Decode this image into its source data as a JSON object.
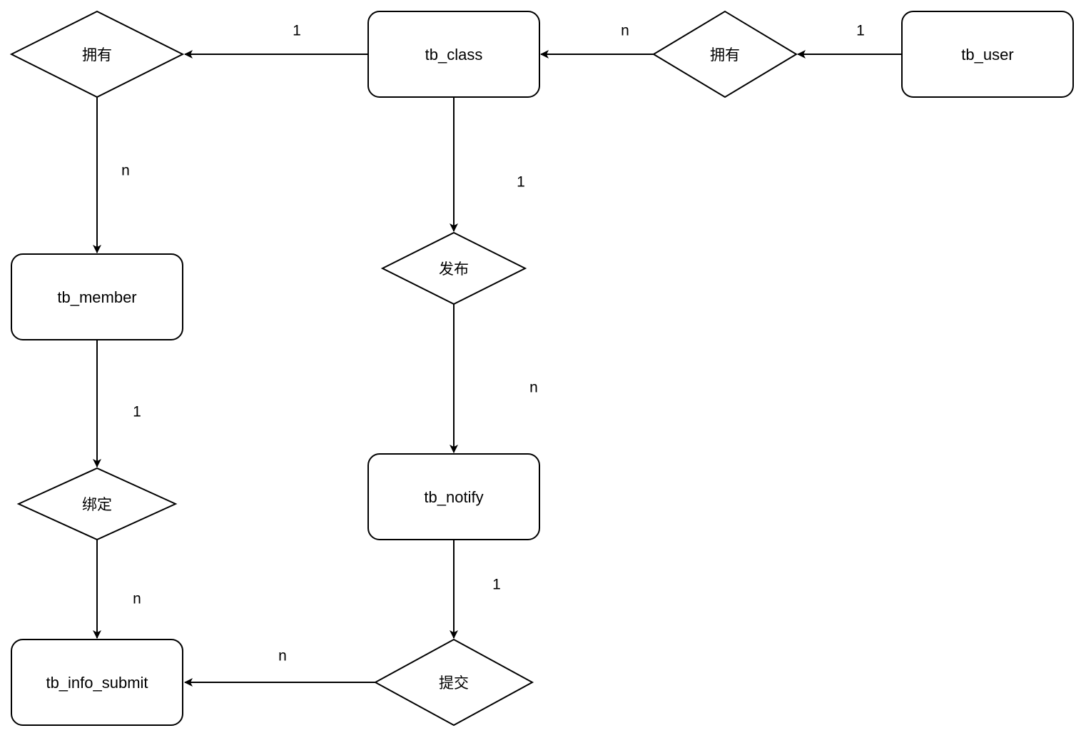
{
  "entities": {
    "tb_class": "tb_class",
    "tb_user": "tb_user",
    "tb_member": "tb_member",
    "tb_notify": "tb_notify",
    "tb_info_submit": "tb_info_submit"
  },
  "relationships": {
    "class_member": "拥有",
    "user_class": "拥有",
    "publish": "发布",
    "bind": "绑定",
    "submit": "提交"
  },
  "cardinalities": {
    "class_to_rel": "1",
    "rel_to_member": "n",
    "rel_to_class": "n",
    "user_to_rel": "1",
    "class_to_publish": "1",
    "publish_to_notify": "n",
    "member_to_bind": "1",
    "bind_to_submit": "n",
    "notify_to_submit": "1",
    "submit_to_info": "n"
  },
  "colors": {
    "stroke": "#000000",
    "fill": "#ffffff",
    "text": "#000000"
  }
}
